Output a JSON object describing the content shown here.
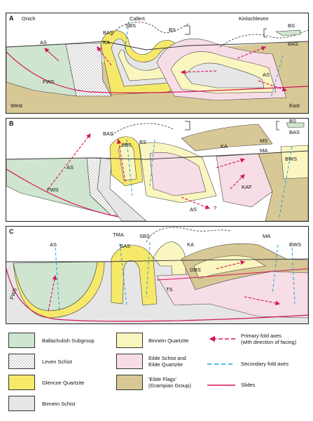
{
  "panels": [
    {
      "letter": "A",
      "places": {
        "left": "Onich",
        "center": "Callert",
        "right": "Kinlochleven"
      },
      "directions": {
        "west": "West",
        "east": "East"
      },
      "labels": {
        "as1": "AS",
        "bas1": "BAS",
        "sbs": "SBS",
        "ka": "KA",
        "bs_top": "BS",
        "bs_right": "BS",
        "bas_right": "BAS",
        "as2": "AS",
        "fws": "FWS"
      }
    },
    {
      "letter": "B",
      "labels": {
        "bas": "BAS",
        "sbs": "SBS",
        "bs": "BS",
        "ka": "KA",
        "ms": "MS",
        "ma": "MA",
        "bws": "BWS",
        "kaf": "KAF",
        "as_mid": "AS",
        "as_low": "AS",
        "q": "?",
        "fws": "FWS",
        "bs_right": "BS",
        "bas_right": "BAS"
      }
    },
    {
      "letter": "C",
      "labels": {
        "as": "AS",
        "tma": "TMA",
        "bas": "BAS",
        "sbs": "SBS",
        "ka": "KA",
        "ma": "MA",
        "bws": "BWS",
        "gbs": "GBS",
        "ts": "TS",
        "fws": "FWS"
      }
    }
  ],
  "legend": {
    "units": [
      {
        "label": "Ballachulish Subgroup",
        "color": "#cfe5cf"
      },
      {
        "label": "Leven Schist",
        "color": "#ffffff"
      },
      {
        "label": "Glencoe Quartzite",
        "color": "#f6e96a"
      },
      {
        "label": "Binnein Schist",
        "color": "#e6e6e6"
      },
      {
        "label": "Binnein Quartzite",
        "color": "#faf6c0"
      },
      {
        "label": "Eilde Schist and\nEilde Quartzite",
        "color": "#f7dde6"
      },
      {
        "label": "'Eilde Flags'\n(Grampian Group)",
        "color": "#d8c896"
      }
    ],
    "lines": [
      {
        "label": "Primary fold axes\n(with direction of facing)",
        "color": "#d4145a"
      },
      {
        "label": "Secondary fold axes",
        "color": "#1ba3d6"
      },
      {
        "label": "Slides",
        "color": "#d4145a"
      }
    ]
  },
  "colors": {
    "ballachulish": "#cfe5cf",
    "glencoe": "#f6e96a",
    "binnein_schist": "#e6e6e6",
    "binnein_quartzite": "#faf6c0",
    "eilde_schist": "#f7dde6",
    "eilde_flags": "#d8c896",
    "primary_axis": "#d4145a",
    "secondary_axis": "#1ba3d6"
  }
}
